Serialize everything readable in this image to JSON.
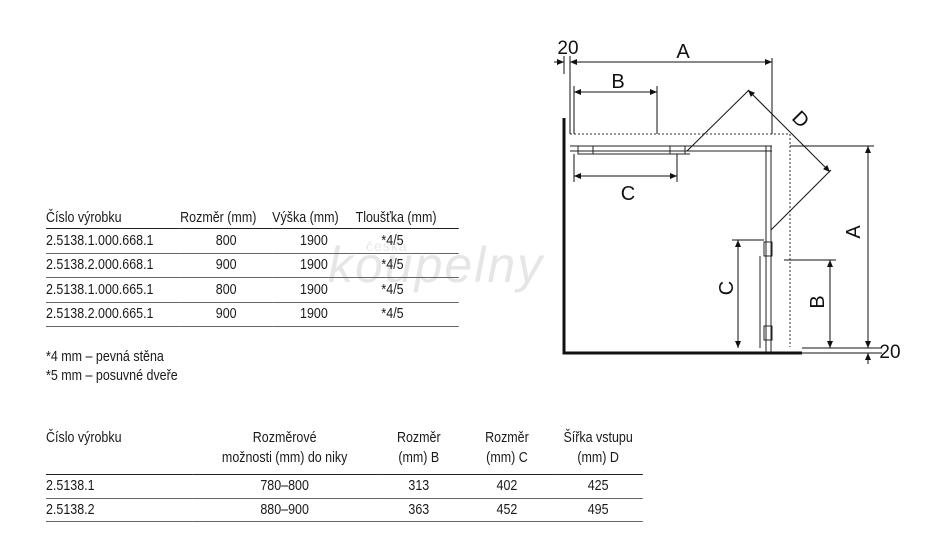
{
  "watermark": {
    "small": "česká",
    "large": "koupelny"
  },
  "table1": {
    "headers": [
      "Číslo výrobku",
      "Rozměr (mm)",
      "Výška (mm)",
      "Tloušťka (mm)"
    ],
    "rows": [
      [
        "2.5138.1.000.668.1",
        "800",
        "1900",
        "*4/5"
      ],
      [
        "2.5138.2.000.668.1",
        "900",
        "1900",
        "*4/5"
      ],
      [
        "2.5138.1.000.665.1",
        "800",
        "1900",
        "*4/5"
      ],
      [
        "2.5138.2.000.665.1",
        "900",
        "1900",
        "*4/5"
      ]
    ]
  },
  "notes": [
    "*4 mm – pevná stěna",
    "*5 mm – posuvné dveře"
  ],
  "table2": {
    "headers": [
      [
        "Číslo výrobku"
      ],
      [
        "Rozměrové",
        "možnosti (mm) do niky"
      ],
      [
        "Rozměr",
        "(mm) B"
      ],
      [
        "Rozměr",
        "(mm) C"
      ],
      [
        "Šířka vstupu",
        "(mm) D"
      ]
    ],
    "rows": [
      [
        "2.5138.1",
        "780–800",
        "313",
        "402",
        "425"
      ],
      [
        "2.5138.2",
        "880–900",
        "363",
        "452",
        "495"
      ]
    ]
  },
  "diagram": {
    "labels": {
      "top_a": "A",
      "top_20": "20",
      "top_b": "B",
      "c_horizontal": "C",
      "d": "D",
      "right_a": "A",
      "right_b": "B",
      "c_vertical": "C",
      "bottom_20": "20"
    }
  }
}
